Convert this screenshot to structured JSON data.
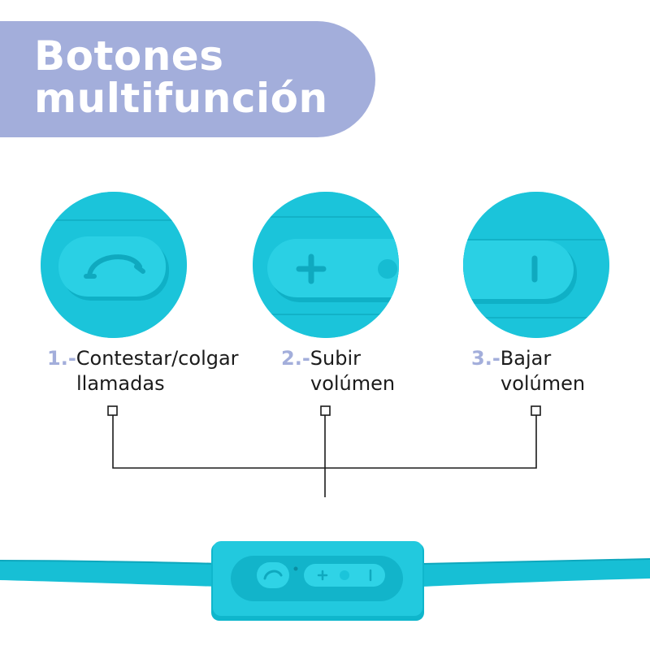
{
  "title": {
    "line1": "Botones",
    "line2": "multifunción"
  },
  "buttons": [
    {
      "number": "1.-",
      "line1": "Contestar/colgar",
      "line2": "llamadas",
      "icon": "phone-icon"
    },
    {
      "number": "2.-",
      "line1": "Subir",
      "line2": "volúmen",
      "icon": "plus-icon"
    },
    {
      "number": "3.-",
      "line1": "Bajar",
      "line2": "volúmen",
      "icon": "minus-icon"
    }
  ],
  "colors": {
    "banner": "#a3aedb",
    "accent": "#19c3d8",
    "text": "#1b1b1b"
  }
}
